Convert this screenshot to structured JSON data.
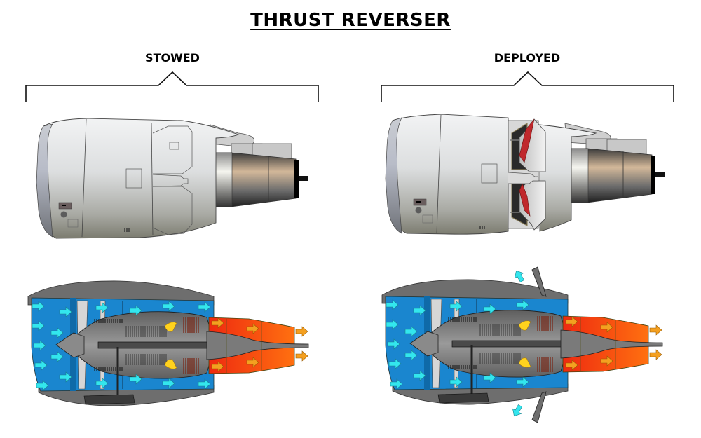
{
  "title": "THRUST REVERSER",
  "columns": [
    {
      "label": "STOWED",
      "state": "stowed"
    },
    {
      "label": "DEPLOYED",
      "state": "deployed"
    }
  ],
  "colors": {
    "bypass_air": "#1a86cf",
    "bypass_air_dark": "#0f6aa8",
    "cold_arrow": "#33e6ee",
    "hot_exhaust_inner": "#ee2d10",
    "hot_exhaust_outer": "#ff6a10",
    "hot_arrow": "#f4a020",
    "engine_core_gray": "#777777",
    "nacelle_gray": "#6e6e6e",
    "cowling_light": "#e6e8ea",
    "reverser_red": "#c0282c",
    "combustor_yellow": "#ffd21e"
  },
  "views": {
    "exterior": "nacelle-exterior",
    "cutaway": "engine-cross-section"
  }
}
